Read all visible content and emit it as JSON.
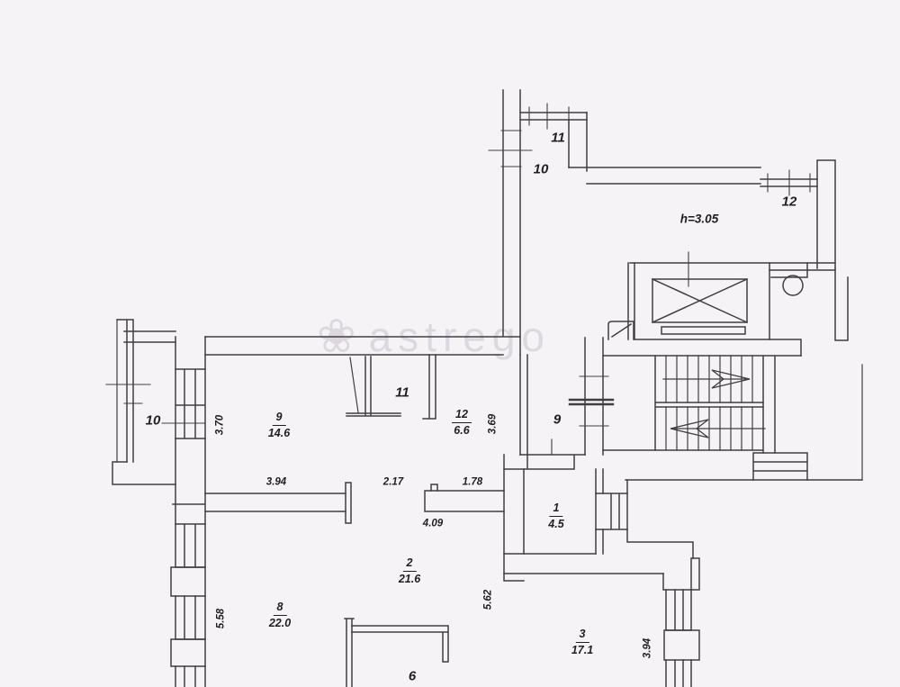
{
  "watermark": {
    "text": "astrego",
    "flower": "❀"
  },
  "zones": {
    "loggia11": "11",
    "loggia10": "10",
    "loggia12": "12",
    "balcony10": "10",
    "closet11": "11",
    "corridor9": "9",
    "room6": "6"
  },
  "note": {
    "height": "h=3.05"
  },
  "rooms": {
    "r9": {
      "num": "9",
      "area": "14.6"
    },
    "r12": {
      "num": "12",
      "area": "6.6"
    },
    "r1": {
      "num": "1",
      "area": "4.5"
    },
    "r2": {
      "num": "2",
      "area": "21.6"
    },
    "r8": {
      "num": "8",
      "area": "22.0"
    },
    "r3": {
      "num": "3",
      "area": "17.1"
    }
  },
  "dims": {
    "d370": "3.70",
    "d369": "3.69",
    "d394a": "3.94",
    "d217": "2.17",
    "d178": "1.78",
    "d409": "4.09",
    "d562": "5.62",
    "d558": "5.58",
    "d394b": "3.94"
  }
}
